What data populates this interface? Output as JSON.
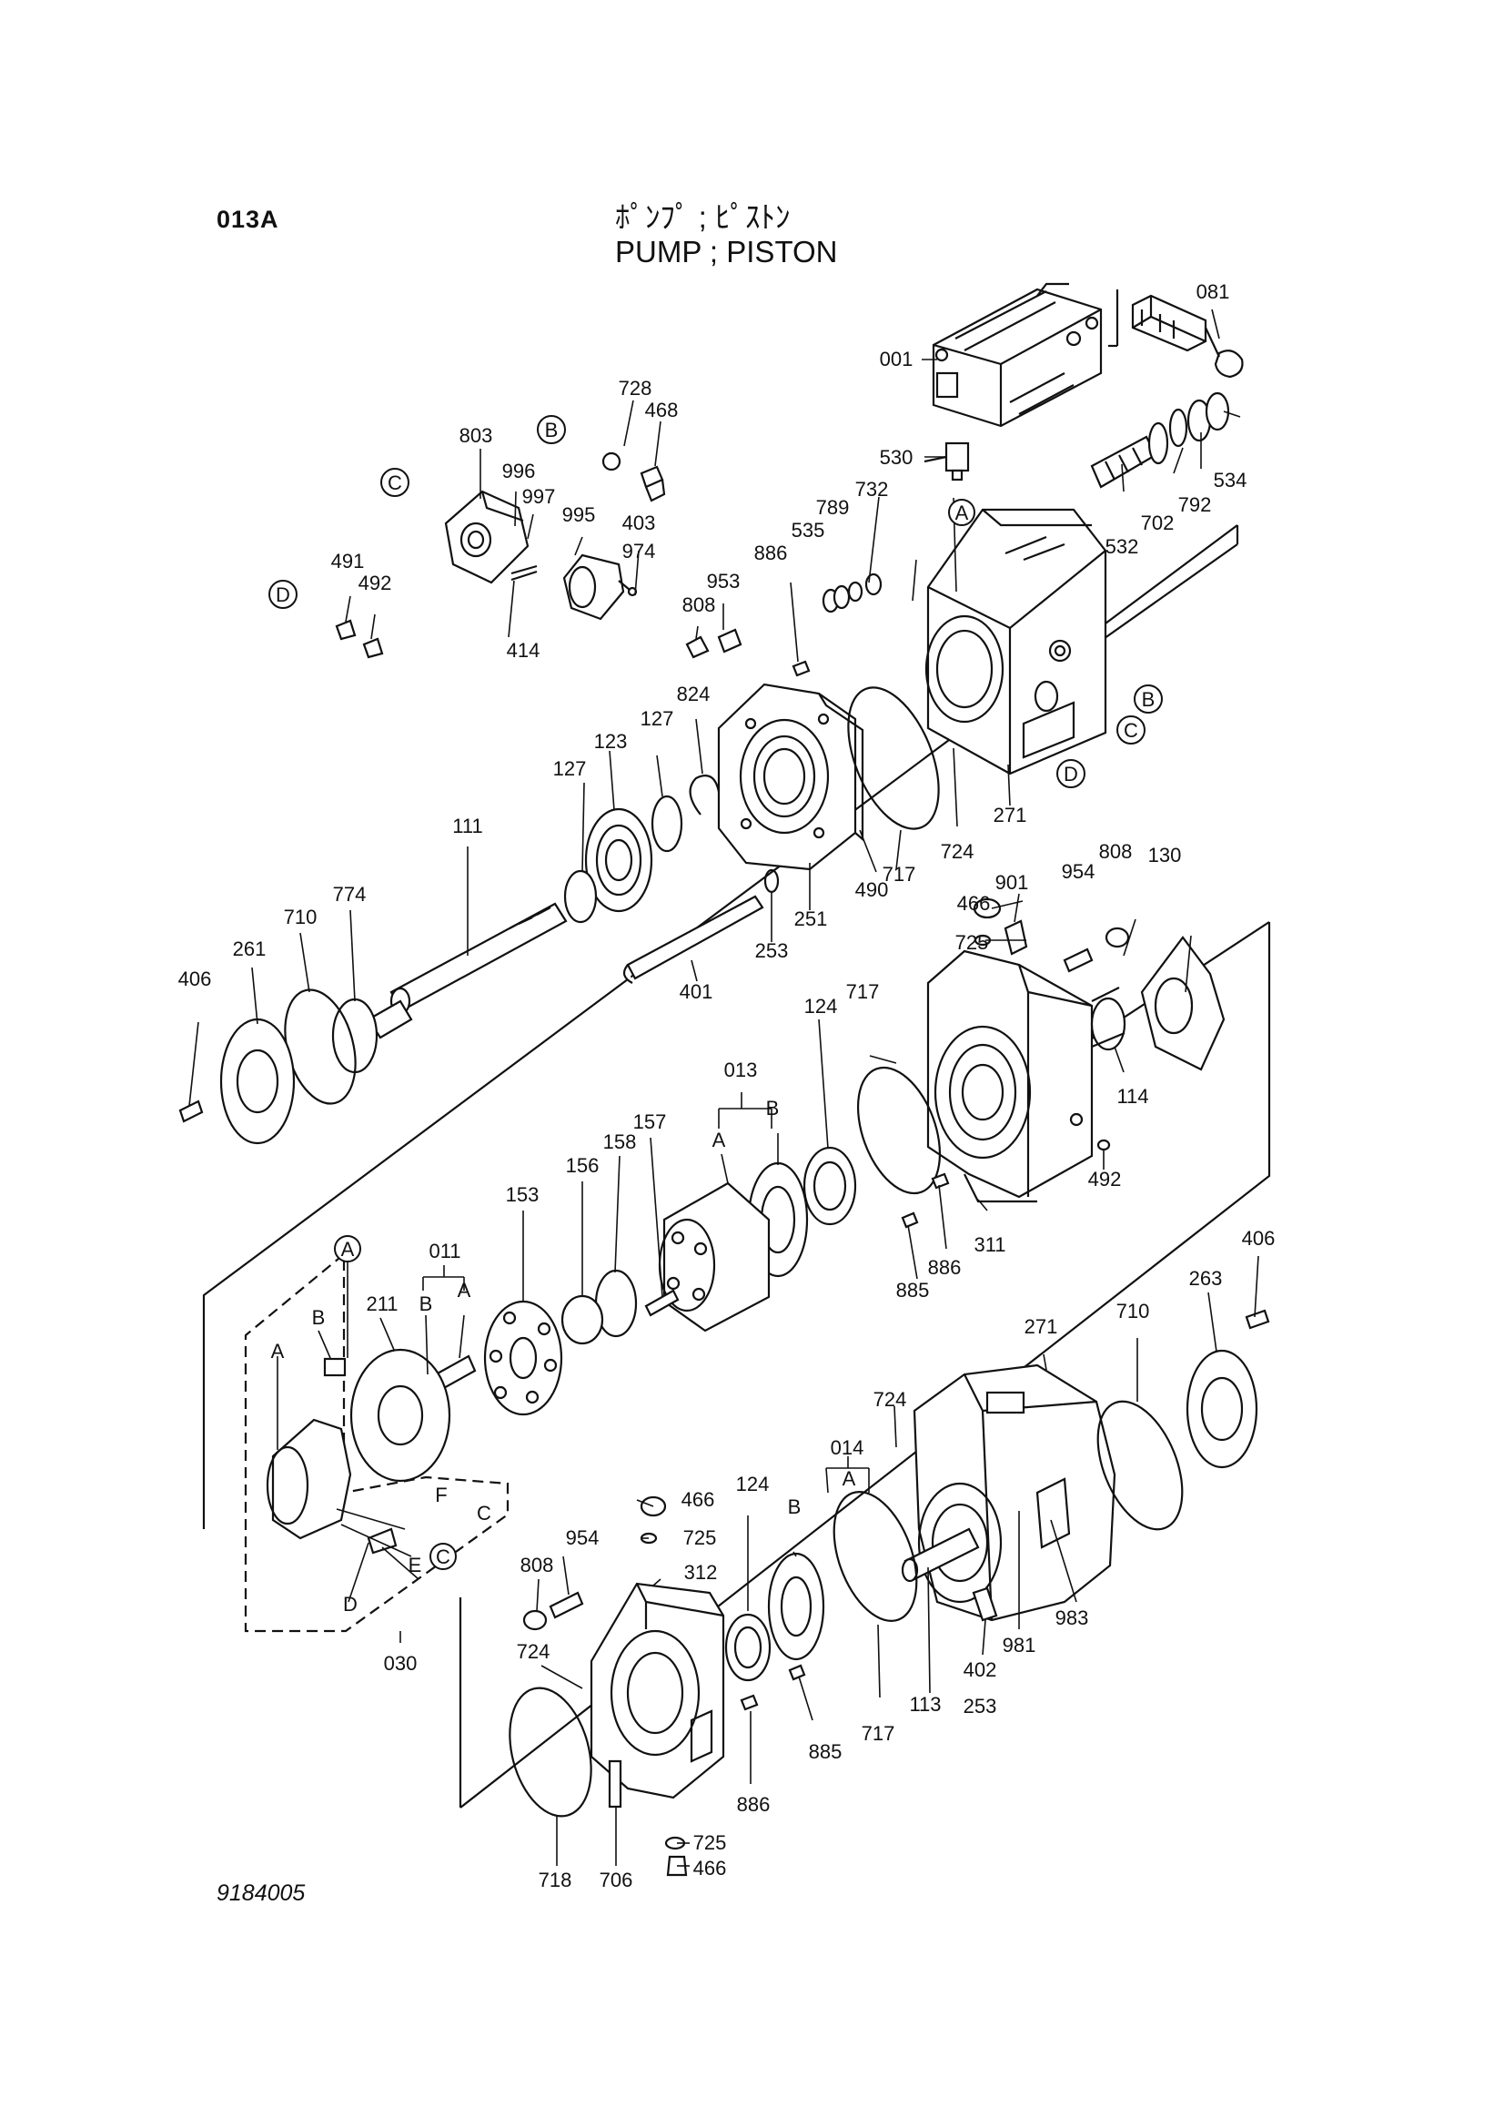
{
  "header": {
    "section_code": "013A",
    "title_japanese": "ﾎﾟﾝﾌﾟ ; ﾋﾟｽﾄﾝ",
    "title_english": "PUMP ; PISTON",
    "drawing_number": "9184005"
  },
  "part_labels": [
    {
      "id": "081",
      "text": "081"
    },
    {
      "id": "001",
      "text": "001"
    },
    {
      "id": "728",
      "text": "728"
    },
    {
      "id": "468",
      "text": "468"
    },
    {
      "id": "803",
      "text": "803"
    },
    {
      "id": "996",
      "text": "996"
    },
    {
      "id": "997",
      "text": "997"
    },
    {
      "id": "995",
      "text": "995"
    },
    {
      "id": "403",
      "text": "403"
    },
    {
      "id": "974",
      "text": "974"
    },
    {
      "id": "530",
      "text": "530"
    },
    {
      "id": "534",
      "text": "534"
    },
    {
      "id": "792",
      "text": "792"
    },
    {
      "id": "702",
      "text": "702"
    },
    {
      "id": "532",
      "text": "532"
    },
    {
      "id": "732",
      "text": "732"
    },
    {
      "id": "789",
      "text": "789"
    },
    {
      "id": "535",
      "text": "535"
    },
    {
      "id": "491",
      "text": "491"
    },
    {
      "id": "492",
      "text": "492"
    },
    {
      "id": "414",
      "text": "414"
    },
    {
      "id": "886a",
      "text": "886"
    },
    {
      "id": "953",
      "text": "953"
    },
    {
      "id": "808a",
      "text": "808"
    },
    {
      "id": "824",
      "text": "824"
    },
    {
      "id": "127a",
      "text": "127"
    },
    {
      "id": "123",
      "text": "123"
    },
    {
      "id": "127b",
      "text": "127"
    },
    {
      "id": "111",
      "text": "111"
    },
    {
      "id": "774",
      "text": "774"
    },
    {
      "id": "710a",
      "text": "710"
    },
    {
      "id": "261",
      "text": "261"
    },
    {
      "id": "406a",
      "text": "406"
    },
    {
      "id": "401",
      "text": "401"
    },
    {
      "id": "253a",
      "text": "253"
    },
    {
      "id": "251",
      "text": "251"
    },
    {
      "id": "490",
      "text": "490"
    },
    {
      "id": "717a",
      "text": "717"
    },
    {
      "id": "724a",
      "text": "724"
    },
    {
      "id": "271a",
      "text": "271"
    },
    {
      "id": "466a",
      "text": "466"
    },
    {
      "id": "901",
      "text": "901"
    },
    {
      "id": "725a",
      "text": "725"
    },
    {
      "id": "954a",
      "text": "954"
    },
    {
      "id": "808b",
      "text": "808"
    },
    {
      "id": "130",
      "text": "130"
    },
    {
      "id": "114",
      "text": "114"
    },
    {
      "id": "492b",
      "text": "492"
    },
    {
      "id": "311",
      "text": "311"
    },
    {
      "id": "886b",
      "text": "886"
    },
    {
      "id": "885a",
      "text": "885"
    },
    {
      "id": "124a",
      "text": "124"
    },
    {
      "id": "717b",
      "text": "717"
    },
    {
      "id": "013",
      "text": "013"
    },
    {
      "id": "013A",
      "text": "A"
    },
    {
      "id": "013B",
      "text": "B"
    },
    {
      "id": "157",
      "text": "157"
    },
    {
      "id": "158",
      "text": "158"
    },
    {
      "id": "156",
      "text": "156"
    },
    {
      "id": "153",
      "text": "153"
    },
    {
      "id": "011",
      "text": "011"
    },
    {
      "id": "011B",
      "text": "B"
    },
    {
      "id": "011A",
      "text": "A"
    },
    {
      "id": "211",
      "text": "211"
    },
    {
      "id": "030B",
      "text": "B"
    },
    {
      "id": "030A",
      "text": "A"
    },
    {
      "id": "030F",
      "text": "F"
    },
    {
      "id": "030C",
      "text": "C"
    },
    {
      "id": "030E",
      "text": "E"
    },
    {
      "id": "030D",
      "text": "D"
    },
    {
      "id": "030",
      "text": "030"
    },
    {
      "id": "406b",
      "text": "406"
    },
    {
      "id": "263",
      "text": "263"
    },
    {
      "id": "710b",
      "text": "710"
    },
    {
      "id": "271b",
      "text": "271"
    },
    {
      "id": "724b",
      "text": "724"
    },
    {
      "id": "014",
      "text": "014"
    },
    {
      "id": "014A",
      "text": "A"
    },
    {
      "id": "014B",
      "text": "B"
    },
    {
      "id": "124b",
      "text": "124"
    },
    {
      "id": "466b",
      "text": "466"
    },
    {
      "id": "725b",
      "text": "725"
    },
    {
      "id": "954b",
      "text": "954"
    },
    {
      "id": "808c",
      "text": "808"
    },
    {
      "id": "312",
      "text": "312"
    },
    {
      "id": "724c",
      "text": "724"
    },
    {
      "id": "886c",
      "text": "886"
    },
    {
      "id": "885b",
      "text": "885"
    },
    {
      "id": "717c",
      "text": "717"
    },
    {
      "id": "113",
      "text": "113"
    },
    {
      "id": "402",
      "text": "402"
    },
    {
      "id": "253b",
      "text": "253"
    },
    {
      "id": "981",
      "text": "981"
    },
    {
      "id": "983",
      "text": "983"
    },
    {
      "id": "718",
      "text": "718"
    },
    {
      "id": "706",
      "text": "706"
    },
    {
      "id": "725c",
      "text": "725"
    },
    {
      "id": "466c",
      "text": "466"
    }
  ],
  "reference_markers": [
    {
      "id": "mB1",
      "text": "B"
    },
    {
      "id": "mC1",
      "text": "C"
    },
    {
      "id": "mD1",
      "text": "D"
    },
    {
      "id": "mA1",
      "text": "A"
    },
    {
      "id": "mB2",
      "text": "B"
    },
    {
      "id": "mC2",
      "text": "C"
    },
    {
      "id": "mD2",
      "text": "D"
    },
    {
      "id": "mA2",
      "text": "A"
    },
    {
      "id": "mC3",
      "text": "C"
    }
  ]
}
